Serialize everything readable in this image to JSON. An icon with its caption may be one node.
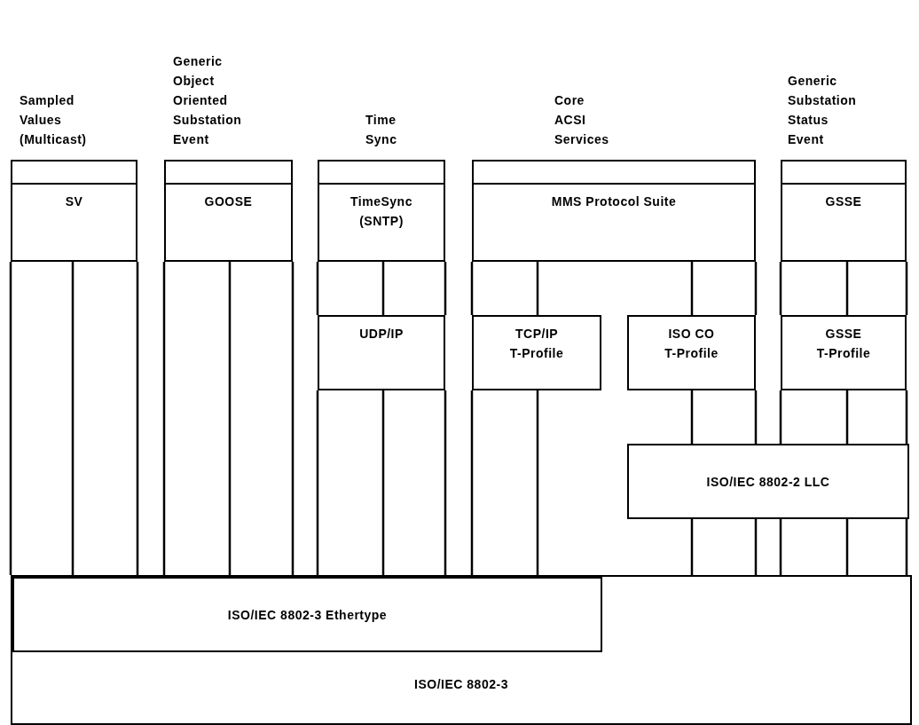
{
  "diagram": {
    "nodes": [
      {
        "text": [
          "Sampled Values (Multicast)",
          "SV"
        ]
      },
      {
        "text": [
          "Generic Object Oriented Substation Event",
          "GOOSE"
        ]
      },
      {
        "text": [
          "Time Sync",
          "TimeSync (SNTP)"
        ]
      },
      {
        "text": [
          "Core ACSI Services",
          "MMS Protocol Suite"
        ]
      },
      {
        "text": [
          "Generic Substation Status Event",
          "GSSE"
        ]
      },
      {
        "text": [
          "UDP/IP"
        ]
      },
      {
        "text": [
          "TCP/IP T-Profile"
        ]
      },
      {
        "text": [
          "ISO CO T-Profile"
        ]
      },
      {
        "text": [
          "GSSE T-Profile"
        ]
      },
      {
        "text": [
          "ISO/IEC 8802-2 LLC"
        ]
      },
      {
        "text": [
          "ISO/IEC 8802-3"
        ]
      },
      {
        "text": [
          "ISO/IEC 8802-3 Ethertype"
        ],
        "in": 10
      }
    ],
    "edges": [
      {
        "from": 0,
        "to": 11,
        "arrow": "none"
      },
      {
        "from": 0,
        "to": 11,
        "arrow": "none"
      },
      {
        "from": 0,
        "to": 11,
        "arrow": "none"
      },
      {
        "from": 1,
        "to": 11,
        "arrow": "none"
      },
      {
        "from": 1,
        "to": 11,
        "arrow": "none"
      },
      {
        "from": 1,
        "to": 11,
        "arrow": "none"
      },
      {
        "from": 2,
        "to": 5,
        "arrow": "none"
      },
      {
        "from": 2,
        "to": 5,
        "arrow": "none"
      },
      {
        "from": 2,
        "to": 5,
        "arrow": "none"
      },
      {
        "from": 5,
        "to": 11,
        "arrow": "none"
      },
      {
        "from": 5,
        "to": 11,
        "arrow": "none"
      },
      {
        "from": 5,
        "to": 11,
        "arrow": "none"
      },
      {
        "from": 3,
        "to": 6,
        "arrow": "none"
      },
      {
        "from": 3,
        "to": 6,
        "arrow": "none"
      },
      {
        "from": 3,
        "to": 7,
        "arrow": "none"
      },
      {
        "from": 3,
        "to": 7,
        "arrow": "none"
      },
      {
        "from": 6,
        "to": 11,
        "arrow": "none"
      },
      {
        "from": 6,
        "to": 11,
        "arrow": "none"
      },
      {
        "from": 7,
        "to": 9,
        "arrow": "none"
      },
      {
        "from": 7,
        "to": 9,
        "arrow": "none"
      },
      {
        "from": 4,
        "to": 8,
        "arrow": "none"
      },
      {
        "from": 4,
        "to": 8,
        "arrow": "none"
      },
      {
        "from": 4,
        "to": 8,
        "arrow": "none"
      },
      {
        "from": 8,
        "to": 9,
        "arrow": "none"
      },
      {
        "from": 8,
        "to": 9,
        "arrow": "none"
      },
      {
        "from": 8,
        "to": 9,
        "arrow": "none"
      },
      {
        "from": 9,
        "to": 10,
        "arrow": "none"
      },
      {
        "from": 9,
        "to": 10,
        "arrow": "none"
      },
      {
        "from": 9,
        "to": 10,
        "arrow": "none"
      },
      {
        "from": 9,
        "to": 10,
        "arrow": "none"
      },
      {
        "from": 9,
        "to": 10,
        "arrow": "none"
      }
    ]
  }
}
